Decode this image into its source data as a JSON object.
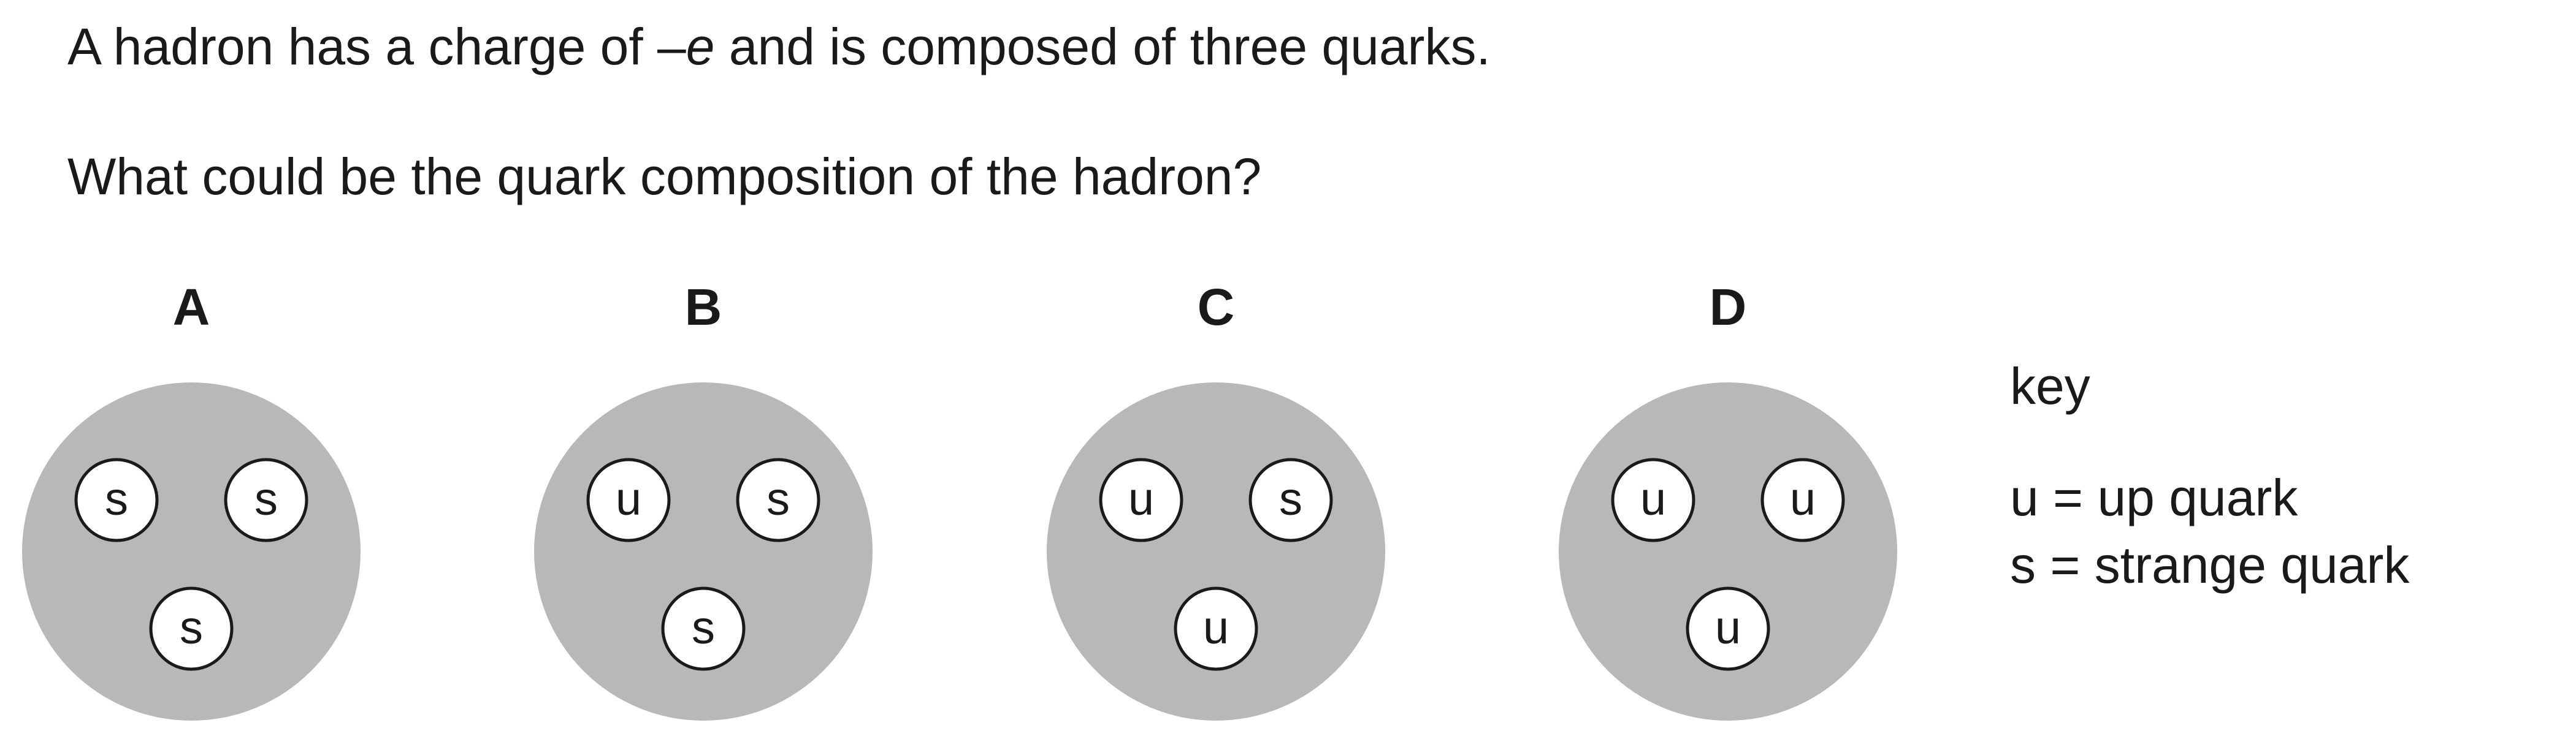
{
  "question": {
    "line1": {
      "before": "A hadron has a charge of –",
      "italic": "e",
      "after": " and is composed of three quarks."
    },
    "line2": "What could be the quark composition of the hadron?"
  },
  "options": [
    {
      "letter": "A",
      "quarks": [
        "s",
        "s",
        "s"
      ]
    },
    {
      "letter": "B",
      "quarks": [
        "u",
        "s",
        "s"
      ]
    },
    {
      "letter": "C",
      "quarks": [
        "u",
        "s",
        "u"
      ]
    },
    {
      "letter": "D",
      "quarks": [
        "u",
        "u",
        "u"
      ]
    }
  ],
  "key": {
    "title": "key",
    "up": "u = up quark",
    "strange": "s = strange quark"
  },
  "colors": {
    "hadron_fill": "#b8b8b8",
    "quark_fill": "#ffffff",
    "outline": "#1a1a1a"
  }
}
